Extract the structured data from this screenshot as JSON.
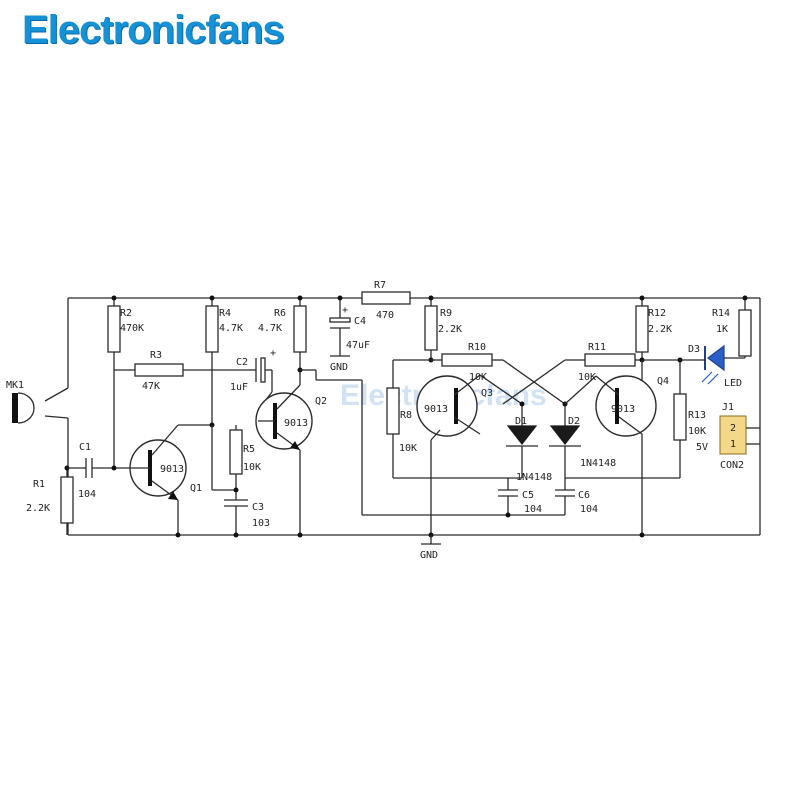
{
  "brand": {
    "logo_text": "Electronicfans",
    "logo_color": "#1591d6"
  },
  "schematic": {
    "watermark": "Electronicfans",
    "labels": {
      "mk1": "MK1",
      "r1": "R1",
      "r1_val": "2.2K",
      "c1": "C1",
      "c1_val": "104",
      "r2": "R2",
      "r2_val": "470K",
      "r3": "R3",
      "r3_val": "47K",
      "q1_part": "9013",
      "q1": "Q1",
      "r4": "R4",
      "r4_val": "4.7K",
      "r5": "R5",
      "r5_val": "10K",
      "c3": "C3",
      "c3_val": "103",
      "r6": "R6",
      "r6_val": "4.7K",
      "c2": "C2",
      "c2_val": "1uF",
      "c2_plus": "+",
      "q2_part": "9013",
      "q2": "Q2",
      "c4": "C4",
      "c4_val": "47uF",
      "c4_plus": "+",
      "gnd": "GND",
      "r7": "R7",
      "r7_val": "470",
      "r9": "R9",
      "r9_val": "2.2K",
      "r10": "R10",
      "r10_val": "10K",
      "r8": "R8",
      "r8_val": "10K",
      "q3_part": "9013",
      "q3": "Q3",
      "d1": "D1",
      "d2": "D2",
      "diode_part": "1N4148",
      "c5": "C5",
      "c5_val": "104",
      "c6": "C6",
      "c6_val": "104",
      "r11": "R11",
      "r11_val": "10K",
      "q4_part": "9013",
      "q4": "Q4",
      "r12": "R12",
      "r12_val": "2.2K",
      "r13": "R13",
      "r13_val": "10K",
      "r14": "R14",
      "r14_val": "1K",
      "d3": "D3",
      "led": "LED",
      "j1": "J1",
      "j1_pin2": "2",
      "j1_pin1": "1",
      "j1_part": "CON2",
      "supply": "5V",
      "gnd_bottom": "GND"
    }
  }
}
